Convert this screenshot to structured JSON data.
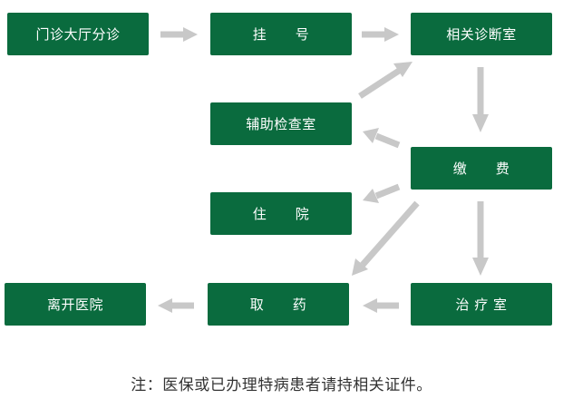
{
  "theme": {
    "box_color": "#0a6b3e",
    "text_color": "#ffffff",
    "arrow_color": "#c8c8c8",
    "note_color": "#333333"
  },
  "nodes": {
    "outpatient": "门诊大厅分诊",
    "registration": "挂      号",
    "diagnosis": "相关诊断室",
    "auxiliary_exam": "辅助检查室",
    "payment": "缴      费",
    "hospitalization": "住      院",
    "treatment": "治 疗 室",
    "pharmacy": "取      药",
    "leave": "离开医院"
  },
  "note": "注：医保或已办理特病患者请持相关证件。"
}
